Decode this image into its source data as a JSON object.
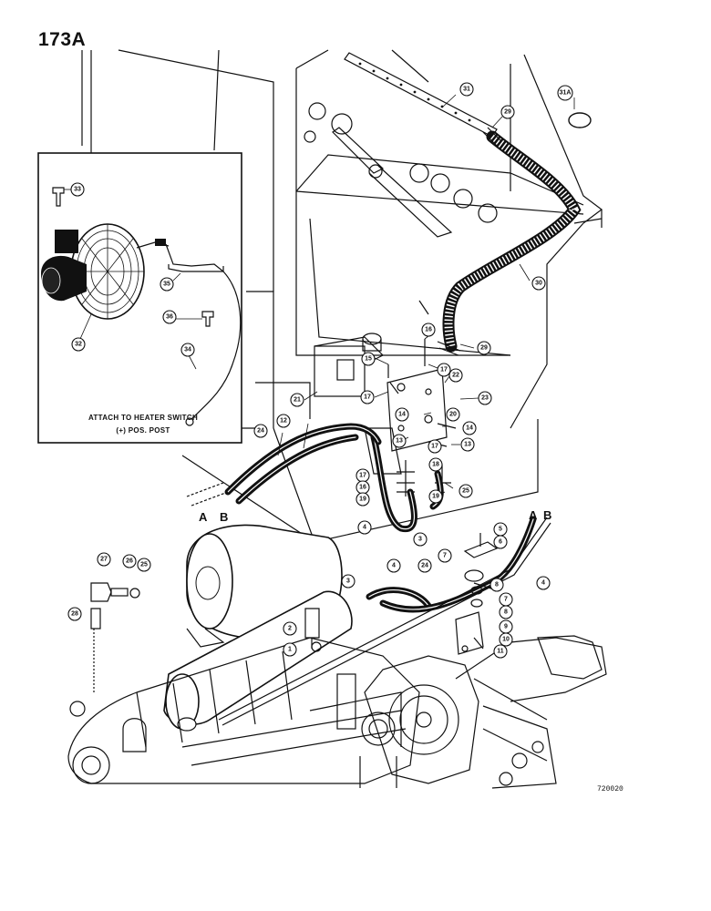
{
  "page": {
    "number": "173A",
    "figure_ref": "720020"
  },
  "inset": {
    "note_line1": "ATTACH TO HEATER SWITCH",
    "note_line2": "(+) POS. POST"
  },
  "connections": [
    "A",
    "B",
    "A",
    "B"
  ],
  "callouts": [
    {
      "id": "c31",
      "label": "31"
    },
    {
      "id": "c31a",
      "label": "31A"
    },
    {
      "id": "c29a",
      "label": "29"
    },
    {
      "id": "c30",
      "label": "30"
    },
    {
      "id": "c29b",
      "label": "29"
    },
    {
      "id": "c33",
      "label": "33"
    },
    {
      "id": "c35",
      "label": "35"
    },
    {
      "id": "c36",
      "label": "36"
    },
    {
      "id": "c32",
      "label": "32"
    },
    {
      "id": "c34",
      "label": "34"
    },
    {
      "id": "c16a",
      "label": "16"
    },
    {
      "id": "c15a",
      "label": "15"
    },
    {
      "id": "c17a",
      "label": "17"
    },
    {
      "id": "c22",
      "label": "22"
    },
    {
      "id": "c23",
      "label": "23"
    },
    {
      "id": "c21",
      "label": "21"
    },
    {
      "id": "c17b",
      "label": "17"
    },
    {
      "id": "c14a",
      "label": "14"
    },
    {
      "id": "c20",
      "label": "20"
    },
    {
      "id": "c14b",
      "label": "14"
    },
    {
      "id": "c13a",
      "label": "13"
    },
    {
      "id": "c17c",
      "label": "17"
    },
    {
      "id": "c13b",
      "label": "13"
    },
    {
      "id": "c18a",
      "label": "18"
    },
    {
      "id": "c24a",
      "label": "24"
    },
    {
      "id": "c12",
      "label": "12"
    },
    {
      "id": "c17d",
      "label": "17"
    },
    {
      "id": "c16b",
      "label": "16"
    },
    {
      "id": "c19a",
      "label": "19"
    },
    {
      "id": "c19b",
      "label": "19"
    },
    {
      "id": "c25a",
      "label": "25"
    },
    {
      "id": "c4a",
      "label": "4"
    },
    {
      "id": "c3a",
      "label": "3"
    },
    {
      "id": "c5",
      "label": "5"
    },
    {
      "id": "c6",
      "label": "6"
    },
    {
      "id": "c7a",
      "label": "7"
    },
    {
      "id": "c8a",
      "label": "8"
    },
    {
      "id": "c4b",
      "label": "4"
    },
    {
      "id": "c27",
      "label": "27"
    },
    {
      "id": "c26",
      "label": "26"
    },
    {
      "id": "c25b",
      "label": "25"
    },
    {
      "id": "c28",
      "label": "28"
    },
    {
      "id": "c3b",
      "label": "3"
    },
    {
      "id": "c4c",
      "label": "4"
    },
    {
      "id": "c24b",
      "label": "24"
    },
    {
      "id": "c7b",
      "label": "7"
    },
    {
      "id": "c8b",
      "label": "8"
    },
    {
      "id": "c9",
      "label": "9"
    },
    {
      "id": "c10",
      "label": "10"
    },
    {
      "id": "c11",
      "label": "11"
    },
    {
      "id": "c2",
      "label": "2"
    },
    {
      "id": "c1",
      "label": "1"
    }
  ]
}
